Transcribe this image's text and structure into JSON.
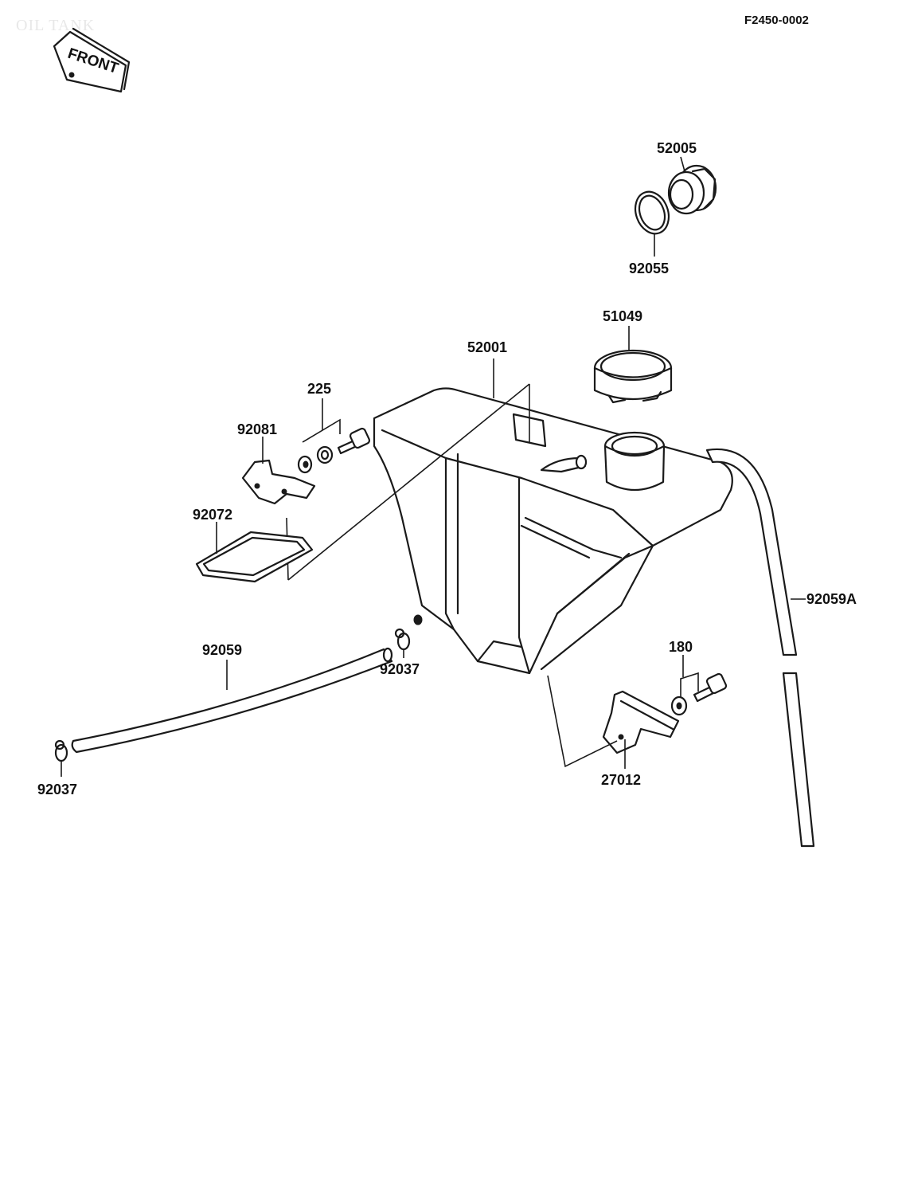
{
  "header": {
    "watermark": "OIL TANK",
    "drawing_code": "F2450-0002",
    "front_label": "FRONT"
  },
  "parts": {
    "p52005": "52005",
    "p92055": "92055",
    "p51049": "51049",
    "p52001": "52001",
    "p225": "225",
    "p92081": "92081",
    "p92072": "92072",
    "p92059A": "92059A",
    "p92059": "92059",
    "p92037_mid": "92037",
    "p92037_left": "92037",
    "p180": "180",
    "p27012": "27012"
  }
}
